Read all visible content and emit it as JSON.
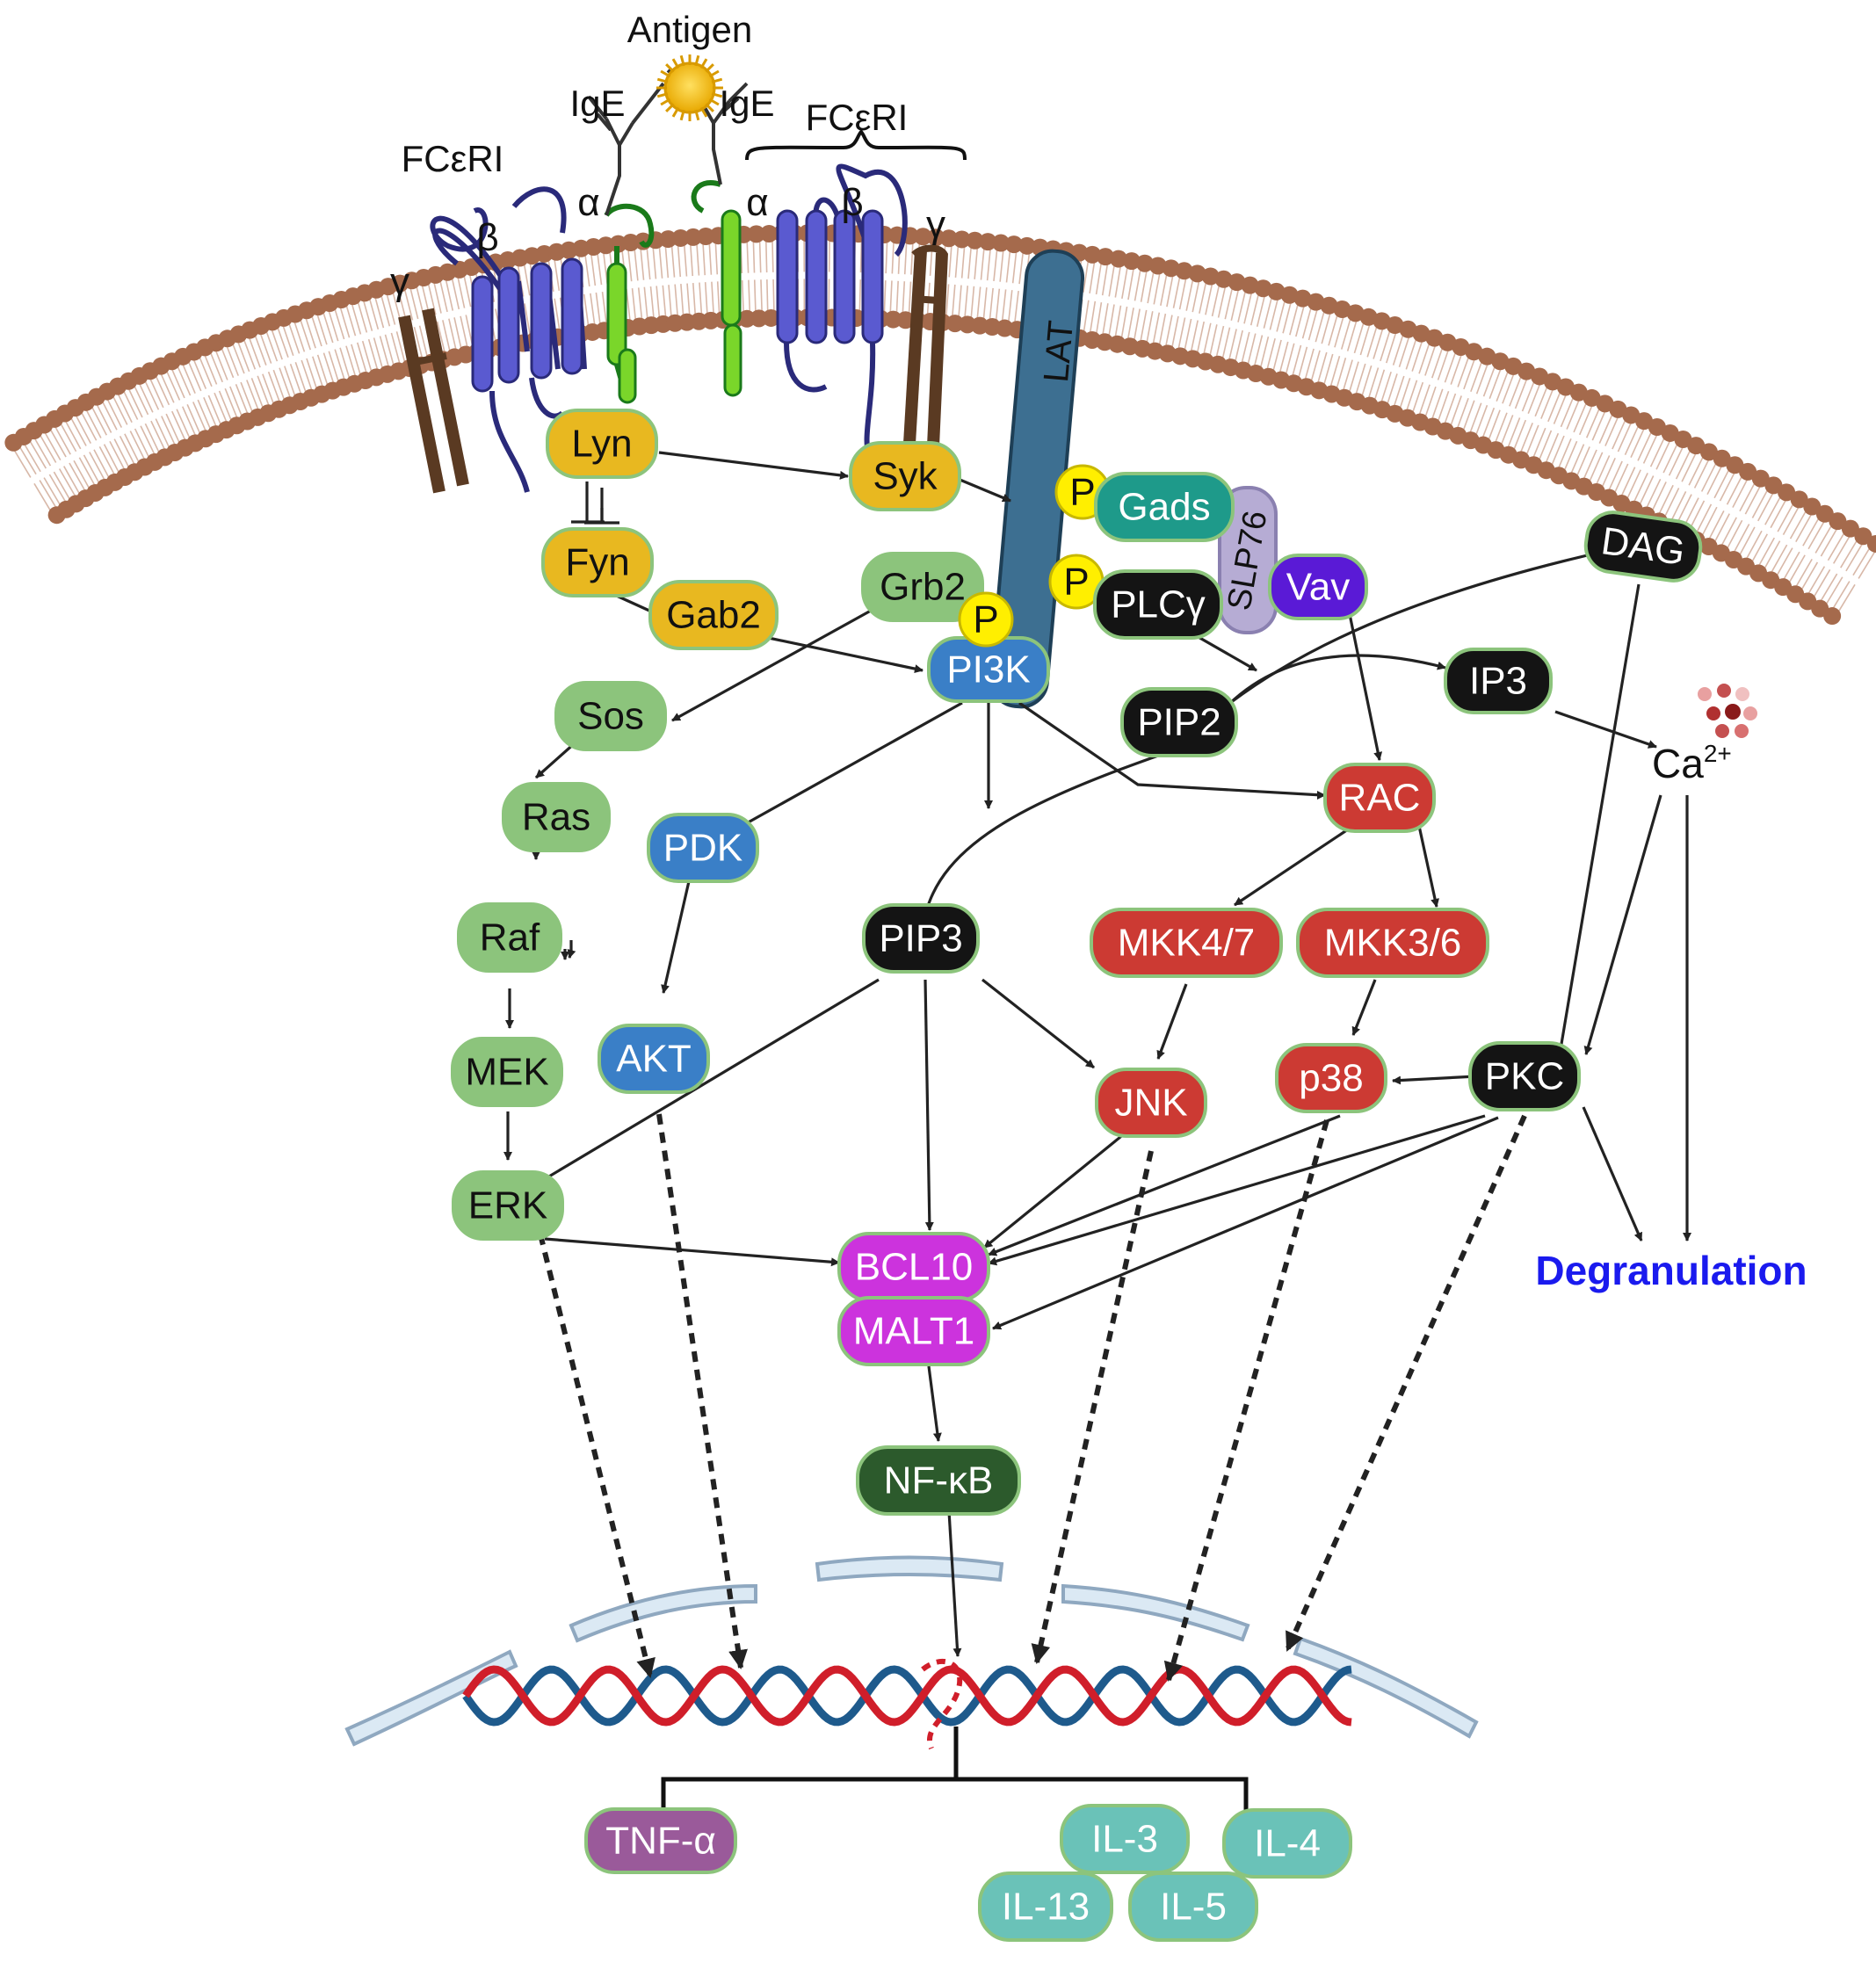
{
  "labels": {
    "antigen": "Antigen",
    "ige_left": "IgE",
    "ige_right": "IgE",
    "fceri_left": "FCεRI",
    "fceri_right": "FCεRI",
    "gamma_left": "γ",
    "gamma_right": "γ",
    "beta_left": "β",
    "beta_right": "β",
    "alpha_left": "α",
    "alpha_right": "α",
    "lat": "LAT",
    "slp76": "SLP76",
    "ca_base": "Ca",
    "ca_sup": "2+",
    "degranulation": "Degranulation"
  },
  "nodes": {
    "lyn": "Lyn",
    "syk": "Syk",
    "fyn": "Fyn",
    "gab2": "Gab2",
    "grb2": "Grb2",
    "p_grb2": "P",
    "p_gads": "P",
    "p_plcg": "P",
    "pi3k": "PI3K",
    "gads": "Gads",
    "plcg": "PLCγ",
    "vav": "Vav",
    "dag": "DAG",
    "ip3": "IP3",
    "pip2": "PIP2",
    "sos": "Sos",
    "ras": "Ras",
    "raf": "Raf",
    "mek": "MEK",
    "erk": "ERK",
    "pdk": "PDK",
    "akt": "AKT",
    "pip3": "PIP3",
    "rac": "RAC",
    "mkk47": "MKK4/7",
    "mkk36": "MKK3/6",
    "jnk": "JNK",
    "p38": "p38",
    "pkc": "PKC",
    "bcl10": "BCL10",
    "malt1": "MALT1",
    "nfkb": "NF-κB",
    "tnfa": "TNF-α",
    "il3": "IL-3",
    "il4": "IL-4",
    "il13": "IL-13",
    "il5": "IL-5"
  },
  "colors": {
    "src_kinase": "#e8b820",
    "grb2_path": "#8cc47c",
    "pi3k_path": "#3a7fc7",
    "second_messenger": "#141414",
    "mapk": "#cc3a33",
    "bcl10_malt1": "#cc33dd",
    "nfkb": "#2c5a2c",
    "tnfa": "#9a5a9a",
    "interleukins": "#6ac2b8",
    "gads": "#1e9a8a",
    "vav": "#5a1ad6",
    "phospho": "#ffef00",
    "membrane_head": "#a56a4c",
    "lat": "#3d6f91",
    "degranulation": "#1a1aee"
  }
}
